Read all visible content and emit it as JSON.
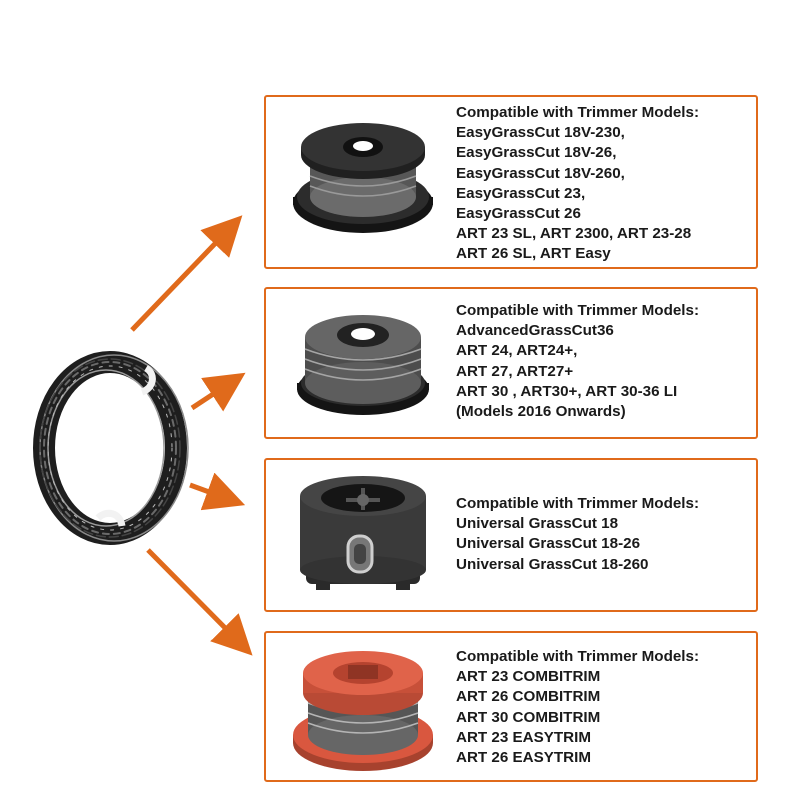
{
  "colors": {
    "accent": "#e06a1b",
    "spool_dark": "#2a2a2a",
    "spool_red": "#d9573f"
  },
  "cards": [
    {
      "heading": "Compatible with Trimmer Models:",
      "lines": [
        "EasyGrassCut 18V-230,",
        "EasyGrassCut 18V-26,",
        "EasyGrassCut 18V-260,",
        "EasyGrassCut 23,",
        "EasyGrassCut 26",
        "ART 23 SL, ART 2300, ART 23-28",
        "ART 26 SL, ART Easy"
      ]
    },
    {
      "heading": "Compatible with Trimmer Models:",
      "lines": [
        "AdvancedGrassCut36",
        "ART 24, ART24+,",
        "ART 27, ART27+",
        "ART 30 , ART30+, ART 30-36 LI",
        "(Models 2016 Onwards)"
      ]
    },
    {
      "heading": "Compatible with Trimmer Models:",
      "lines": [
        "Universal GrassCut 18",
        "Universal GrassCut 18-26",
        "Universal GrassCut 18-260"
      ]
    },
    {
      "heading": "Compatible with Trimmer Models:",
      "lines": [
        "ART 23 COMBITRIM",
        "ART 26 COMBITRIM",
        "ART 30 COMBITRIM",
        "ART 23 EASYTRIM",
        "ART 26 EASYTRIM"
      ]
    }
  ]
}
